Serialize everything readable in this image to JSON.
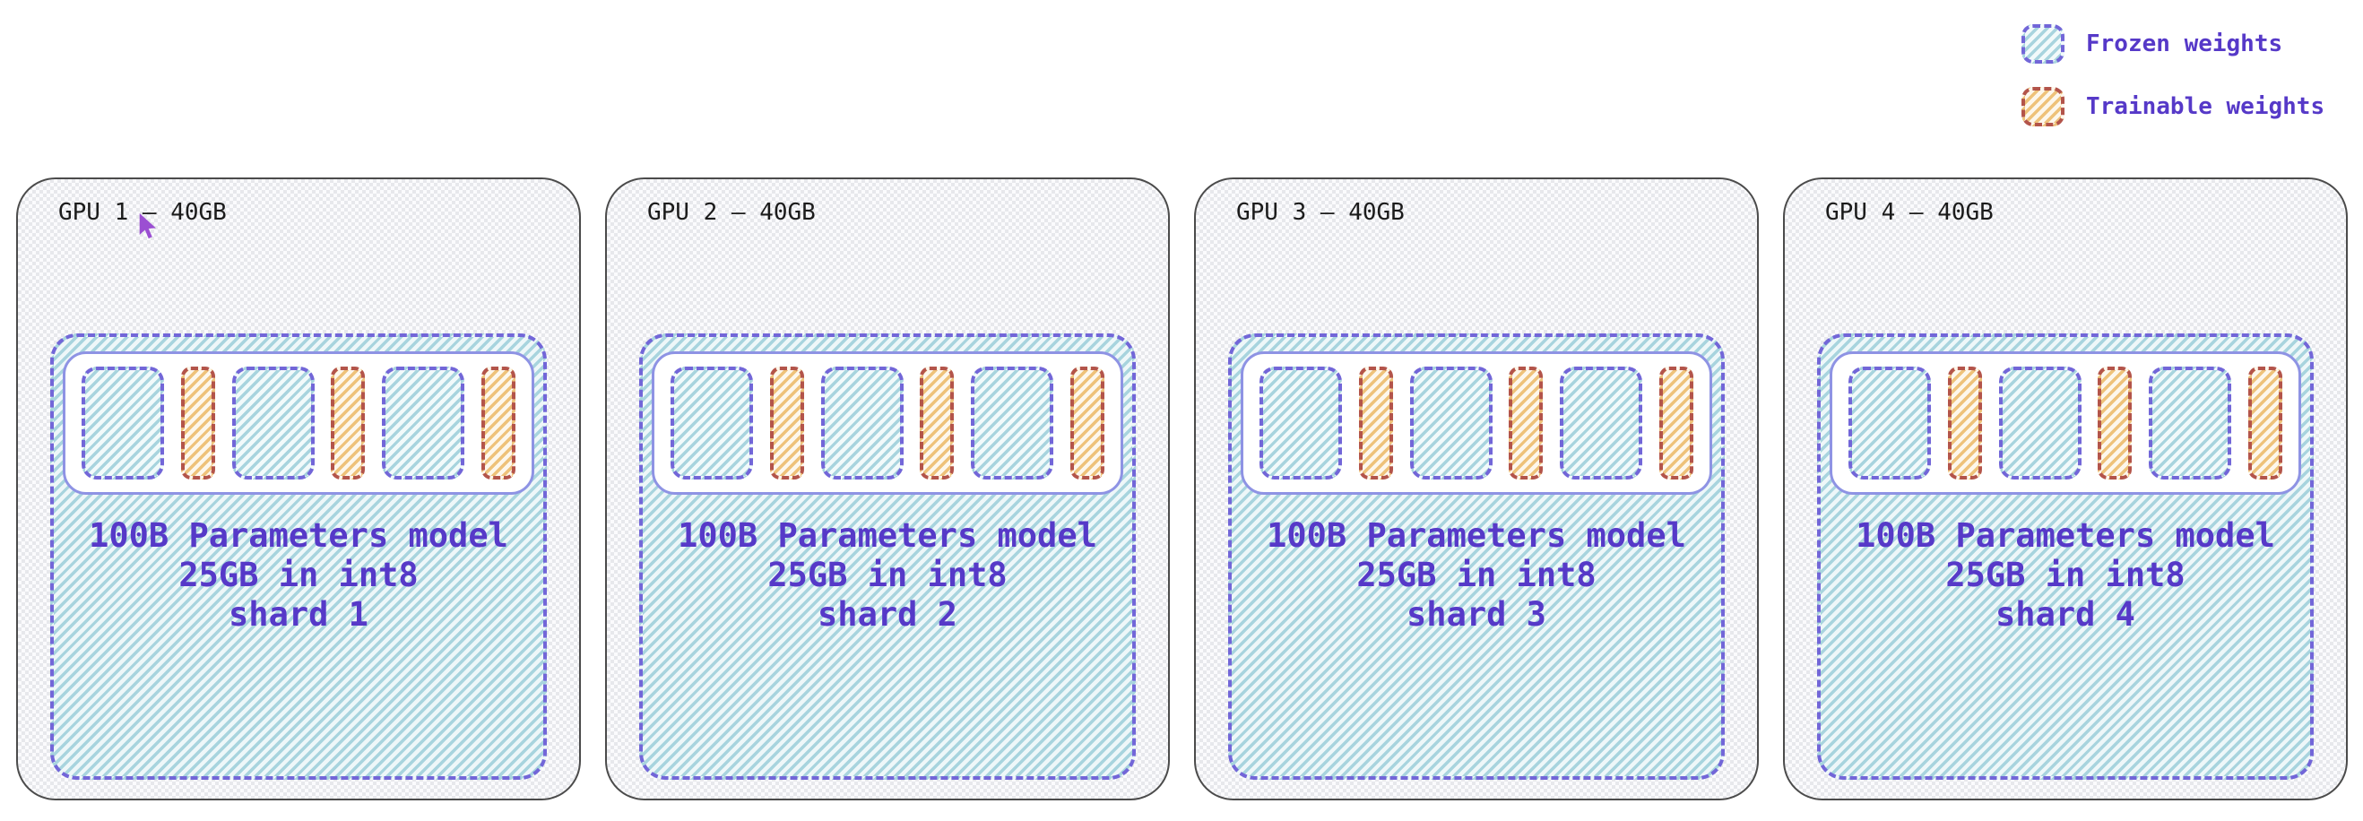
{
  "legend": {
    "items": [
      {
        "label": "Frozen weights",
        "swatch": "frozen-swatch"
      },
      {
        "label": "Trainable weights",
        "swatch": "trainable-swatch"
      }
    ]
  },
  "gpus": [
    {
      "title": "GPU 1 – 40GB",
      "line1": "100B Parameters model",
      "line2": "25GB in int8",
      "line3": "shard 1",
      "cursor": true
    },
    {
      "title": "GPU 2 – 40GB",
      "line1": "100B Parameters model",
      "line2": "25GB in int8",
      "line3": "shard 2",
      "cursor": false
    },
    {
      "title": "GPU 3 – 40GB",
      "line1": "100B Parameters model",
      "line2": "25GB in int8",
      "line3": "shard 3",
      "cursor": false
    },
    {
      "title": "GPU 4 – 40GB",
      "line1": "100B Parameters model",
      "line2": "25GB in int8",
      "line3": "shard 4",
      "cursor": false
    }
  ],
  "layers_per_shard": {
    "frozen_blocks": 3,
    "trainable_blocks": 3
  },
  "colors": {
    "frozen_border": "#7266d8",
    "frozen_stripe": "#a8d4de",
    "trainable_border": "#b3544a",
    "trainable_stripe": "#eec27a",
    "container_border": "#8e93e4",
    "text_purple": "#5639c8",
    "gpu_label_dark": "#1b1b1b",
    "cursor_purple": "#9b4fd2"
  }
}
